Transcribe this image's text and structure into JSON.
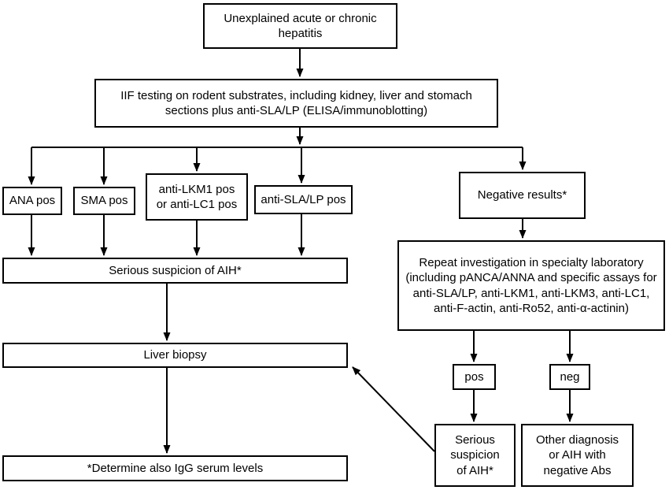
{
  "diagram": {
    "type": "flowchart",
    "colors": {
      "box_border": "#000000",
      "background": "#ffffff",
      "text": "#000000",
      "arrow": "#000000"
    },
    "nodes": {
      "start": {
        "label": "Unexplained acute or chronic hepatitis"
      },
      "iif": {
        "label": "IIF testing on rodent substrates, including kidney, liver and stomach sections plus anti-SLA/LP (ELISA/immunoblotting)"
      },
      "ana": {
        "label": "ANA pos"
      },
      "sma": {
        "label": "SMA pos"
      },
      "lkm1": {
        "label": "anti-LKM1 pos or anti-LC1 pos"
      },
      "sla": {
        "label": "anti-SLA/LP pos"
      },
      "negative_results": {
        "label": "Negative results*"
      },
      "serious_suspicion": {
        "label": "Serious suspicion of AIH*"
      },
      "liver_biopsy": {
        "label": "Liver biopsy"
      },
      "determine_igg": {
        "label": "*Determine also IgG serum levels"
      },
      "repeat_investigation": {
        "label": "Repeat investigation in specialty laboratory (including pANCA/ANNA and specific assays for anti-SLA/LP, anti-LKM1, anti-LKM3, anti-LC1, anti-F-actin, anti-Ro52, anti-α-actinin)"
      },
      "pos": {
        "label": "pos"
      },
      "neg": {
        "label": "neg"
      },
      "serious_suspicion_2": {
        "label": "Serious suspicion of AIH*"
      },
      "other_diagnosis": {
        "label": "Other diagnosis or AIH with negative Abs"
      }
    },
    "edges": [
      {
        "from": "start",
        "to": "iif"
      },
      {
        "from": "iif",
        "to": "ana"
      },
      {
        "from": "iif",
        "to": "sma"
      },
      {
        "from": "iif",
        "to": "lkm1"
      },
      {
        "from": "iif",
        "to": "sla"
      },
      {
        "from": "iif",
        "to": "negative_results"
      },
      {
        "from": "ana",
        "to": "serious_suspicion"
      },
      {
        "from": "sma",
        "to": "serious_suspicion"
      },
      {
        "from": "lkm1",
        "to": "serious_suspicion"
      },
      {
        "from": "sla",
        "to": "serious_suspicion"
      },
      {
        "from": "serious_suspicion",
        "to": "liver_biopsy"
      },
      {
        "from": "liver_biopsy",
        "to": "determine_igg"
      },
      {
        "from": "negative_results",
        "to": "repeat_investigation"
      },
      {
        "from": "repeat_investigation",
        "to": "pos"
      },
      {
        "from": "repeat_investigation",
        "to": "neg"
      },
      {
        "from": "pos",
        "to": "serious_suspicion_2"
      },
      {
        "from": "neg",
        "to": "other_diagnosis"
      },
      {
        "from": "serious_suspicion_2",
        "to": "liver_biopsy"
      }
    ]
  }
}
